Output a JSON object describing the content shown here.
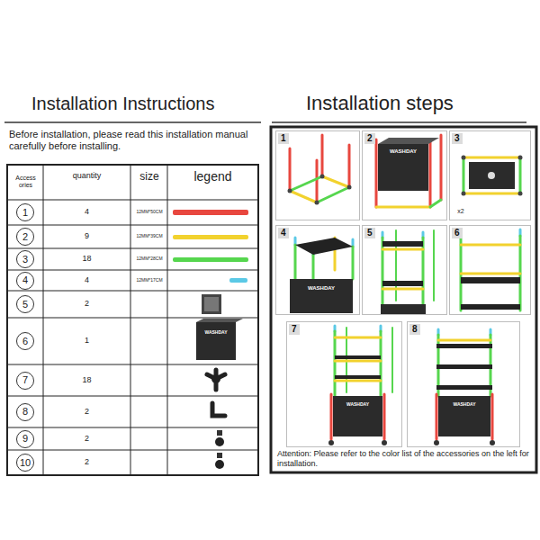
{
  "diagram": {
    "nodes": [
      {
        "text": [
          "Installation Instructions",
          "Before installation, please read this installation manual carefully before installing."
        ]
      },
      {
        "text": [
          "Installation steps",
          "Attention: Please refer to the color list of the accessories on the left for installation."
        ]
      },
      {
        "text": [
          "1"
        ],
        "in": 1
      },
      {
        "text": [
          "2"
        ],
        "in": 1
      },
      {
        "text": [
          "3"
        ],
        "in": 1
      },
      {
        "text": [
          "4"
        ],
        "in": 1
      },
      {
        "text": [
          "5"
        ],
        "in": 1
      },
      {
        "text": [
          "6"
        ],
        "in": 1
      },
      {
        "text": [
          "7"
        ],
        "in": 1
      },
      {
        "text": [
          "8"
        ],
        "in": 1
      }
    ],
    "labels": [
      "Access ories",
      "quantity",
      "size",
      "legend",
      "1",
      "4",
      "2",
      "9",
      "3",
      "18",
      "4",
      "4",
      "5",
      "2",
      "6",
      "1",
      "7",
      "18",
      "8",
      "2",
      "9",
      "2",
      "10",
      "2",
      "WASHDAY",
      "x2",
      "WASHDAY",
      "WASHDAY",
      "WASHDAY",
      "WASHDAY"
    ],
    "legend": [
      {
        "text": "12MM*50CM",
        "color": "#e8473f"
      },
      {
        "text": "12MM*39CM",
        "color": "#f2d22e"
      },
      {
        "text": "12MM*28CM",
        "color": "#56d64e"
      },
      {
        "text": "12MM*17CM",
        "color": "#5bc9e6"
      }
    ]
  }
}
